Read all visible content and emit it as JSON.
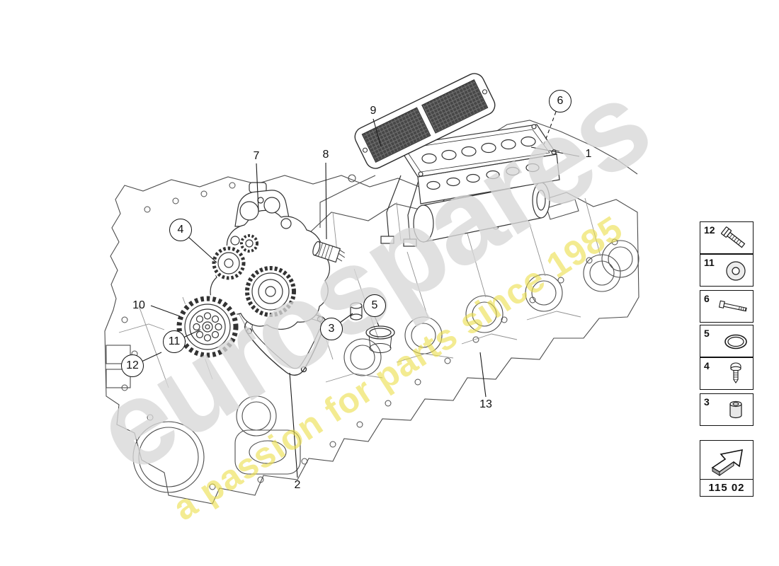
{
  "page": {
    "background_color": "#ffffff",
    "description": "Oil pump exploded parts diagram"
  },
  "watermarks": {
    "brand": "eurospares",
    "tagline": "a passion for parts since 1985",
    "brand_color": "#d8d8d8",
    "tagline_color": "#ece04e"
  },
  "diagram": {
    "name": "oil-pump-parts-diagram",
    "callouts": [
      {
        "label": "7",
        "circled": false
      },
      {
        "label": "8",
        "circled": false
      },
      {
        "label": "9",
        "circled": false
      },
      {
        "label": "6",
        "circled": true
      },
      {
        "label": "1",
        "circled": false
      },
      {
        "label": "4",
        "circled": true
      },
      {
        "label": "10",
        "circled": false
      },
      {
        "label": "11",
        "circled": true
      },
      {
        "label": "12",
        "circled": true
      },
      {
        "label": "3",
        "circled": true
      },
      {
        "label": "5",
        "circled": true
      },
      {
        "label": "2",
        "circled": false
      },
      {
        "label": "13",
        "circled": false
      }
    ]
  },
  "legend": {
    "items": [
      {
        "label": "12",
        "icon": "hex-bolt-icon"
      },
      {
        "label": "11",
        "icon": "washer-icon"
      },
      {
        "label": "6",
        "icon": "stud-bolt-icon"
      },
      {
        "label": "5",
        "icon": "o-ring-icon"
      },
      {
        "label": "4",
        "icon": "screw-icon"
      },
      {
        "label": "3",
        "icon": "bushing-icon"
      }
    ]
  },
  "part_group": {
    "code": "115 02",
    "icon": "direction-arrow-icon"
  }
}
